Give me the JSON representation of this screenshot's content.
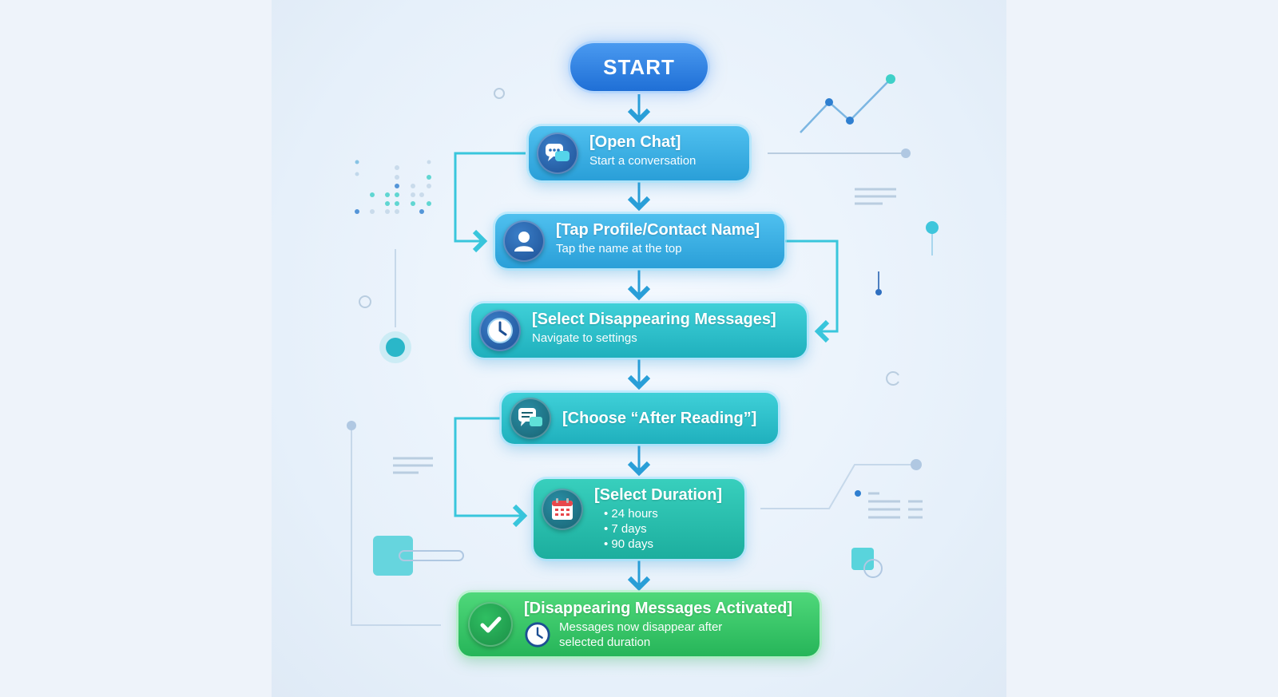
{
  "start_label": "START",
  "steps": [
    {
      "title": "[Open Chat]",
      "subtitle": "Start a conversation",
      "icon": "chat-bubbles-icon"
    },
    {
      "title": "[Tap Profile/Contact Name]",
      "subtitle": "Tap the name at the top",
      "icon": "user-icon"
    },
    {
      "title": "[Select Disappearing Messages]",
      "subtitle": "Navigate to settings",
      "icon": "clock-icon"
    },
    {
      "title": "[Choose “After Reading”]",
      "icon": "message-bubbles-icon"
    },
    {
      "title": "[Select Duration]",
      "options": [
        "24 hours",
        "7 days",
        "90 days"
      ],
      "icon": "calendar-icon"
    },
    {
      "title": "[Disappearing Messages Activated]",
      "subtitle_lines": [
        "Messages now disappear after",
        "selected duration"
      ],
      "icon": "checkmark-icon"
    }
  ],
  "colors": {
    "start": "#2a7fe0",
    "step_blue": "#33aee2",
    "step_teal": "#2cc2cc",
    "step_green": "#33c466",
    "connector": "#2a9fd8"
  }
}
